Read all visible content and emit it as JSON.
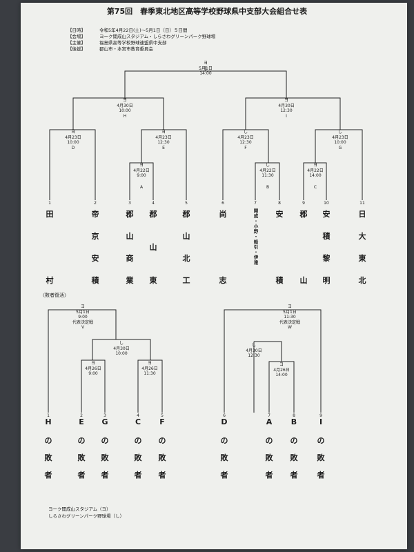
{
  "title": "第75回　春季東北地区高等学校野球県中支部大会組合せ表",
  "info": [
    {
      "key": "【日時】",
      "value": "令和5年4月22日(土)～5月1日（日）５日間"
    },
    {
      "key": "【会場】",
      "value": "ヨーク開成山スタジアム・しらさわグリーンパーク野球場"
    },
    {
      "key": "【主催】",
      "value": "福島県高等学校野球連盟県中支部"
    },
    {
      "key": "【後援】",
      "value": "郡山市・本宮市教育委員会"
    }
  ],
  "main_nodes": [
    {
      "lines": [
        "ヨ",
        "5月1日",
        "14:00"
      ]
    },
    {
      "lines": [
        "ヨ",
        "4月30日",
        "10:00",
        "H"
      ]
    },
    {
      "lines": [
        "ヨ",
        "4月30日",
        "12:30",
        "I"
      ]
    },
    {
      "lines": [
        "ヨ",
        "4月23日",
        "10:00",
        "D"
      ]
    },
    {
      "lines": [
        "ヨ",
        "4月23日",
        "12:30",
        "E"
      ]
    },
    {
      "lines": [
        "し",
        "4月23日",
        "12:30",
        "F"
      ]
    },
    {
      "lines": [
        "し",
        "4月23日",
        "10:00",
        "G"
      ]
    },
    {
      "lines": [
        "ヨ",
        "4月22日",
        "9:00"
      ]
    },
    {
      "lines": [
        "し",
        "4月22日",
        "11:30"
      ]
    },
    {
      "lines": [
        "ヨ",
        "4月22日",
        "14:00"
      ]
    }
  ],
  "main_letters": [
    "A",
    "B",
    "C"
  ],
  "teams": [
    {
      "num": "1",
      "chars": [
        "田",
        "",
        "",
        "村"
      ]
    },
    {
      "num": "2",
      "chars": [
        "帝",
        "京",
        "安",
        "積"
      ]
    },
    {
      "num": "3",
      "chars": [
        "郡",
        "山",
        "商",
        "業"
      ]
    },
    {
      "num": "4",
      "chars": [
        "郡",
        "山",
        "",
        "東"
      ]
    },
    {
      "num": "5",
      "chars": [
        "郡",
        "山",
        "北",
        "工"
      ]
    },
    {
      "num": "6",
      "chars": [
        "尚",
        "",
        "",
        "志"
      ]
    },
    {
      "num": "7",
      "chars": [],
      "vertical": "開成・小野・船引・伊達"
    },
    {
      "num": "8",
      "chars": [
        "安",
        "",
        "",
        "積"
      ]
    },
    {
      "num": "9",
      "chars": [
        "郡",
        "",
        "",
        "山"
      ]
    },
    {
      "num": "10",
      "chars": [
        "安",
        "積",
        "黎",
        "明"
      ]
    },
    {
      "num": "11",
      "chars": [
        "日",
        "大",
        "東",
        "北"
      ]
    }
  ],
  "losers_label": "〈敗者復活〉",
  "losers_nodes": [
    {
      "lines": [
        "ヨ",
        "5月1日",
        "9:00",
        "代表決定戦",
        "V"
      ]
    },
    {
      "lines": [
        "し",
        "4月30日",
        "10:00"
      ]
    },
    {
      "lines": [
        "ヨ",
        "4月26日",
        "9:00"
      ]
    },
    {
      "lines": [
        "ヨ",
        "4月26日",
        "11:30"
      ]
    },
    {
      "lines": [
        "ヨ",
        "5月1日",
        "11:30",
        "代表決定戦",
        "W"
      ]
    },
    {
      "lines": [
        "し",
        "4月30日",
        "12:30"
      ]
    },
    {
      "lines": [
        "ヨ",
        "4月26日",
        "14:00"
      ]
    }
  ],
  "losers_entries": [
    {
      "num": "1",
      "chars": [
        "H",
        "の",
        "敗",
        "者"
      ]
    },
    {
      "num": "2",
      "chars": [
        "E",
        "の",
        "敗",
        "者"
      ]
    },
    {
      "num": "3",
      "chars": [
        "G",
        "の",
        "敗",
        "者"
      ]
    },
    {
      "num": "4",
      "chars": [
        "C",
        "の",
        "敗",
        "者"
      ]
    },
    {
      "num": "5",
      "chars": [
        "F",
        "の",
        "敗",
        "者"
      ]
    },
    {
      "num": "6",
      "chars": [
        "D",
        "の",
        "敗",
        "者"
      ]
    },
    {
      "num": "7",
      "chars": [
        "A",
        "の",
        "敗",
        "者"
      ]
    },
    {
      "num": "8",
      "chars": [
        "B",
        "の",
        "敗",
        "者"
      ]
    },
    {
      "num": "9",
      "chars": [
        "I",
        "の",
        "敗",
        "者"
      ]
    }
  ],
  "footer": [
    "ヨーク開成山スタジアム（ヨ）",
    "しらさわグリーンパーク野球場（し）"
  ]
}
